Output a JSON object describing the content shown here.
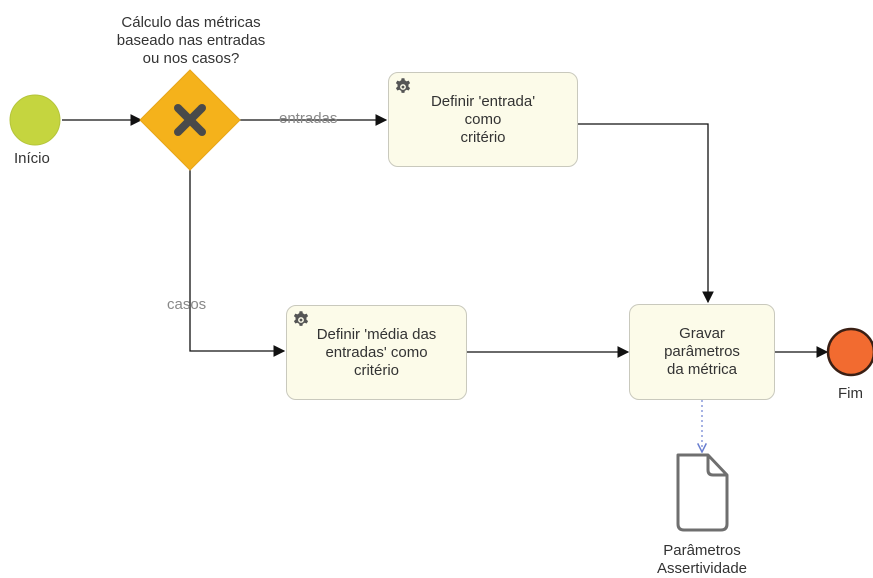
{
  "gateway": {
    "question": [
      "Cálculo das métricas",
      "baseado nas entradas",
      "ou nos casos?"
    ]
  },
  "start_event": {
    "label": "Início"
  },
  "end_event": {
    "label": "Fim"
  },
  "flows": {
    "entradas_label": "entradas",
    "casos_label": "casos"
  },
  "tasks": {
    "definir_entrada": [
      "Definir 'entrada'",
      "como",
      "critério"
    ],
    "definir_media": [
      "Definir 'média das",
      "entradas' como",
      "critério"
    ],
    "gravar": [
      "Gravar",
      "parâmetros",
      "da métrica"
    ]
  },
  "data_object": {
    "label": [
      "Parâmetros",
      "Assertividade"
    ]
  },
  "colors": {
    "start": "#c5d53f",
    "end": "#f26b30",
    "gateway": "#f5b21b",
    "task_fill": "#fcfbe9",
    "data_assoc": "#6a7fd0"
  }
}
